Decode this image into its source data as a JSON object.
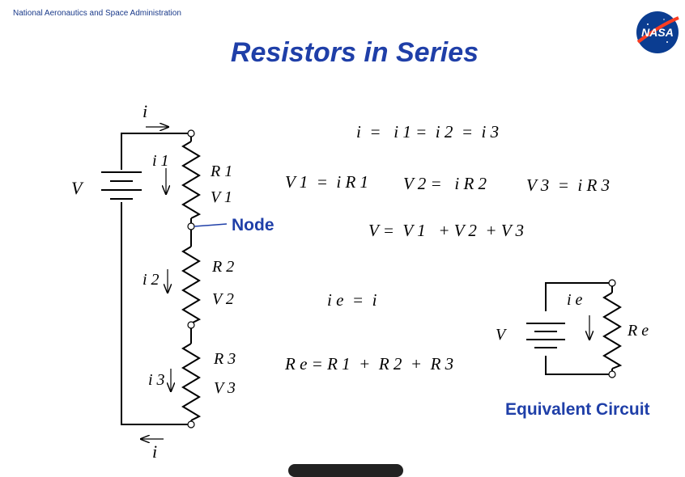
{
  "header": {
    "agency": "National Aeronautics and Space Administration",
    "title": "Resistors  in  Series",
    "logo_text": "NASA"
  },
  "circuit": {
    "source_label": "V",
    "current_top": "i",
    "current_bottom": "i",
    "node_label": "Node",
    "resistors": [
      {
        "current": "i 1",
        "resistance": "R 1",
        "voltage": "V 1"
      },
      {
        "current": "i 2",
        "resistance": "R 2",
        "voltage": "V 2"
      },
      {
        "current": "i 3",
        "resistance": "R 3",
        "voltage": "V 3"
      }
    ]
  },
  "equations": {
    "current_eq": "i  =   i 1 =  i 2  =  i 3",
    "v1": "V 1  =  i R 1",
    "v2": "V 2 =   i R 2",
    "v3": "V 3  =  i R 3",
    "total_v": "V =  V 1   + V 2  + V 3",
    "ie": "i e  =  i",
    "re": "R e = R 1  +  R 2  +  R 3"
  },
  "equivalent": {
    "source_label": "V",
    "current": "i e",
    "resistance": "R e",
    "caption": "Equivalent Circuit"
  },
  "colors": {
    "title": "#1f3fa8",
    "node": "#1f3fa8",
    "caption": "#1f3fa8",
    "logo_blue": "#0b3d91",
    "logo_red": "#fc3d21"
  }
}
